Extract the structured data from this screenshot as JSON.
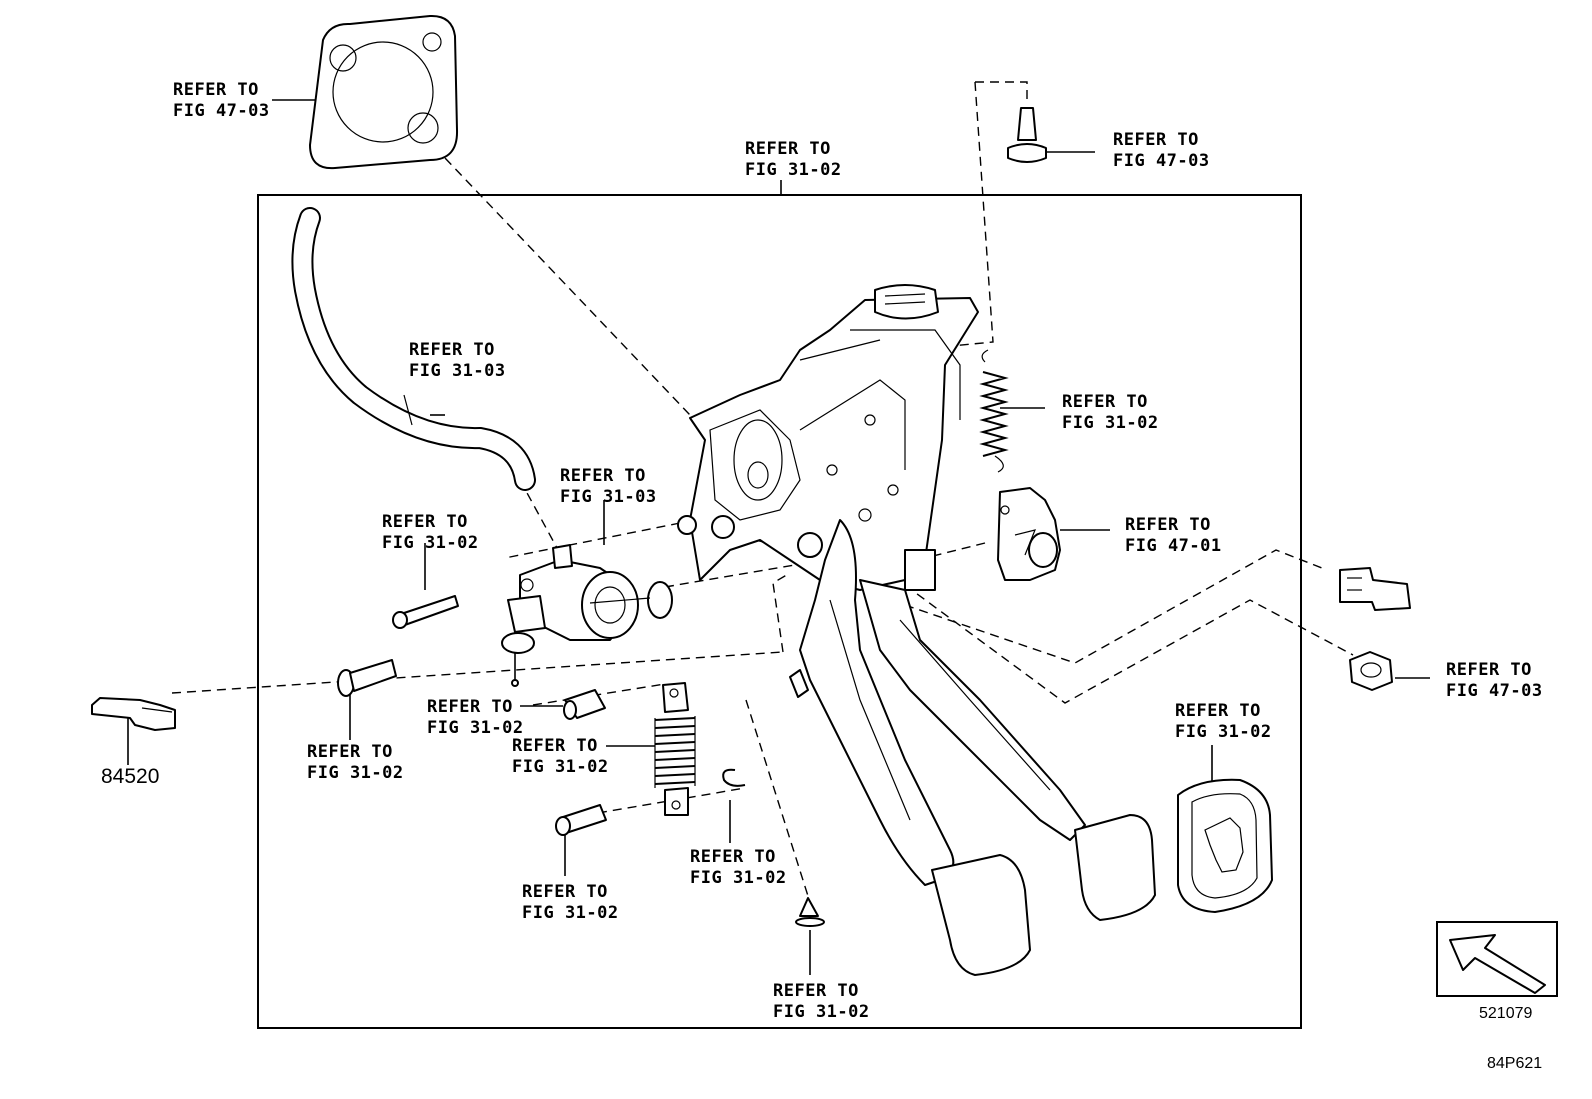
{
  "labels": {
    "gasket": [
      "REFER TO",
      "FIG 47-03"
    ],
    "assembly": [
      "REFER TO",
      "FIG 31-02"
    ],
    "bolt_top": [
      "REFER TO",
      "FIG 47-03"
    ],
    "hose": [
      "REFER TO",
      "FIG 31-03"
    ],
    "master_cyl": [
      "REFER TO",
      "FIG 31-03"
    ],
    "return_spring": [
      "REFER TO",
      "FIG 31-02"
    ],
    "pin_left": [
      "REFER TO",
      "FIG 31-02"
    ],
    "switch_bracket": [
      "REFER TO",
      "FIG 47-01"
    ],
    "nut_right": [
      "REFER TO",
      "FIG 47-03"
    ],
    "bushing_left": [
      "REFER TO",
      "FIG 31-02"
    ],
    "collar_mid": [
      "REFER TO",
      "FIG 31-02"
    ],
    "assist_spring": [
      "REFER TO",
      "FIG 31-02"
    ],
    "pad": [
      "REFER TO",
      "FIG 31-02"
    ],
    "pin_bottom": [
      "REFER TO",
      "FIG 31-02"
    ],
    "clip": [
      "REFER TO",
      "FIG 31-02"
    ],
    "clip_bottom": [
      "REFER TO",
      "FIG 31-02"
    ]
  },
  "part_number": "84520",
  "view_code": "521079",
  "figure_code": "84P621",
  "icons": {
    "direction_arrow": "front-direction-arrow-icon"
  }
}
